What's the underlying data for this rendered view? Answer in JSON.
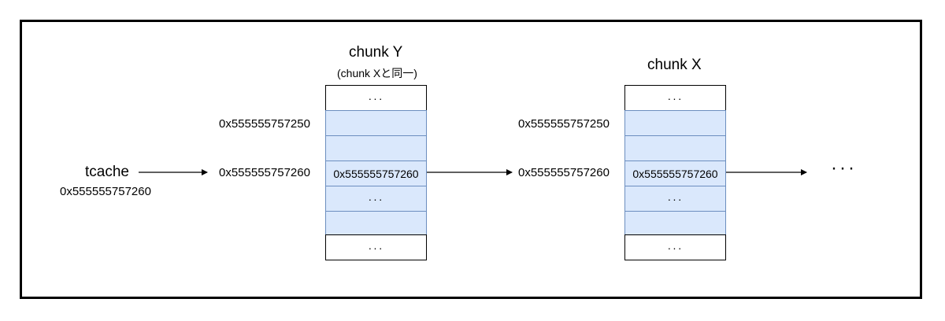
{
  "tcache": {
    "label": "tcache",
    "value": "0x555555757260"
  },
  "chunk_y": {
    "title": "chunk Y",
    "subtitle": "(chunk Xと同一)",
    "addr_top": "0x555555757250",
    "addr_fd": "0x555555757260",
    "top_cell": "···",
    "fd_value": "0x555555757260",
    "mid_cell": "···",
    "bottom_cell": "···"
  },
  "chunk_x": {
    "title": "chunk X",
    "addr_top": "0x555555757250",
    "addr_fd": "0x555555757260",
    "top_cell": "···",
    "fd_value": "0x555555757260",
    "mid_cell": "···",
    "bottom_cell": "···"
  },
  "continuation": "···",
  "colors": {
    "chunk_fill": "#dae8fc",
    "chunk_border": "#6c8ebf",
    "frame": "#000000"
  }
}
